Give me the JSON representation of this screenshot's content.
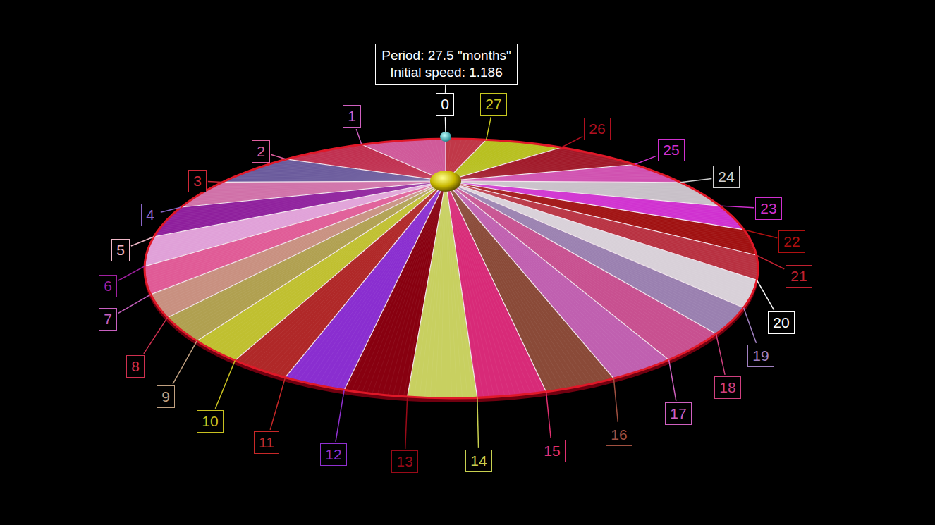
{
  "diagram": {
    "nodes": [
      {
        "text": [
          "Period: 27.5 \"months\"",
          "Initial speed: 1.186"
        ]
      },
      {
        "text": [
          "0"
        ]
      },
      {
        "text": [
          "1"
        ]
      },
      {
        "text": [
          "2"
        ]
      },
      {
        "text": [
          "3"
        ]
      },
      {
        "text": [
          "4"
        ]
      },
      {
        "text": [
          "5"
        ]
      },
      {
        "text": [
          "6"
        ]
      },
      {
        "text": [
          "7"
        ]
      },
      {
        "text": [
          "8"
        ]
      },
      {
        "text": [
          "9"
        ]
      },
      {
        "text": [
          "10"
        ]
      },
      {
        "text": [
          "11"
        ]
      },
      {
        "text": [
          "12"
        ]
      },
      {
        "text": [
          "13"
        ]
      },
      {
        "text": [
          "14"
        ]
      },
      {
        "text": [
          "15"
        ]
      },
      {
        "text": [
          "16"
        ]
      },
      {
        "text": [
          "17"
        ]
      },
      {
        "text": [
          "18"
        ]
      },
      {
        "text": [
          "19"
        ]
      },
      {
        "text": [
          "20"
        ]
      },
      {
        "text": [
          "21"
        ]
      },
      {
        "text": [
          "22"
        ]
      },
      {
        "text": [
          "23"
        ]
      },
      {
        "text": [
          "24"
        ]
      },
      {
        "text": [
          "25"
        ]
      },
      {
        "text": [
          "26"
        ]
      },
      {
        "text": [
          "27"
        ]
      }
    ],
    "edges": [
      {
        "from": 0,
        "to": 1,
        "arrow": "none"
      }
    ]
  }
}
